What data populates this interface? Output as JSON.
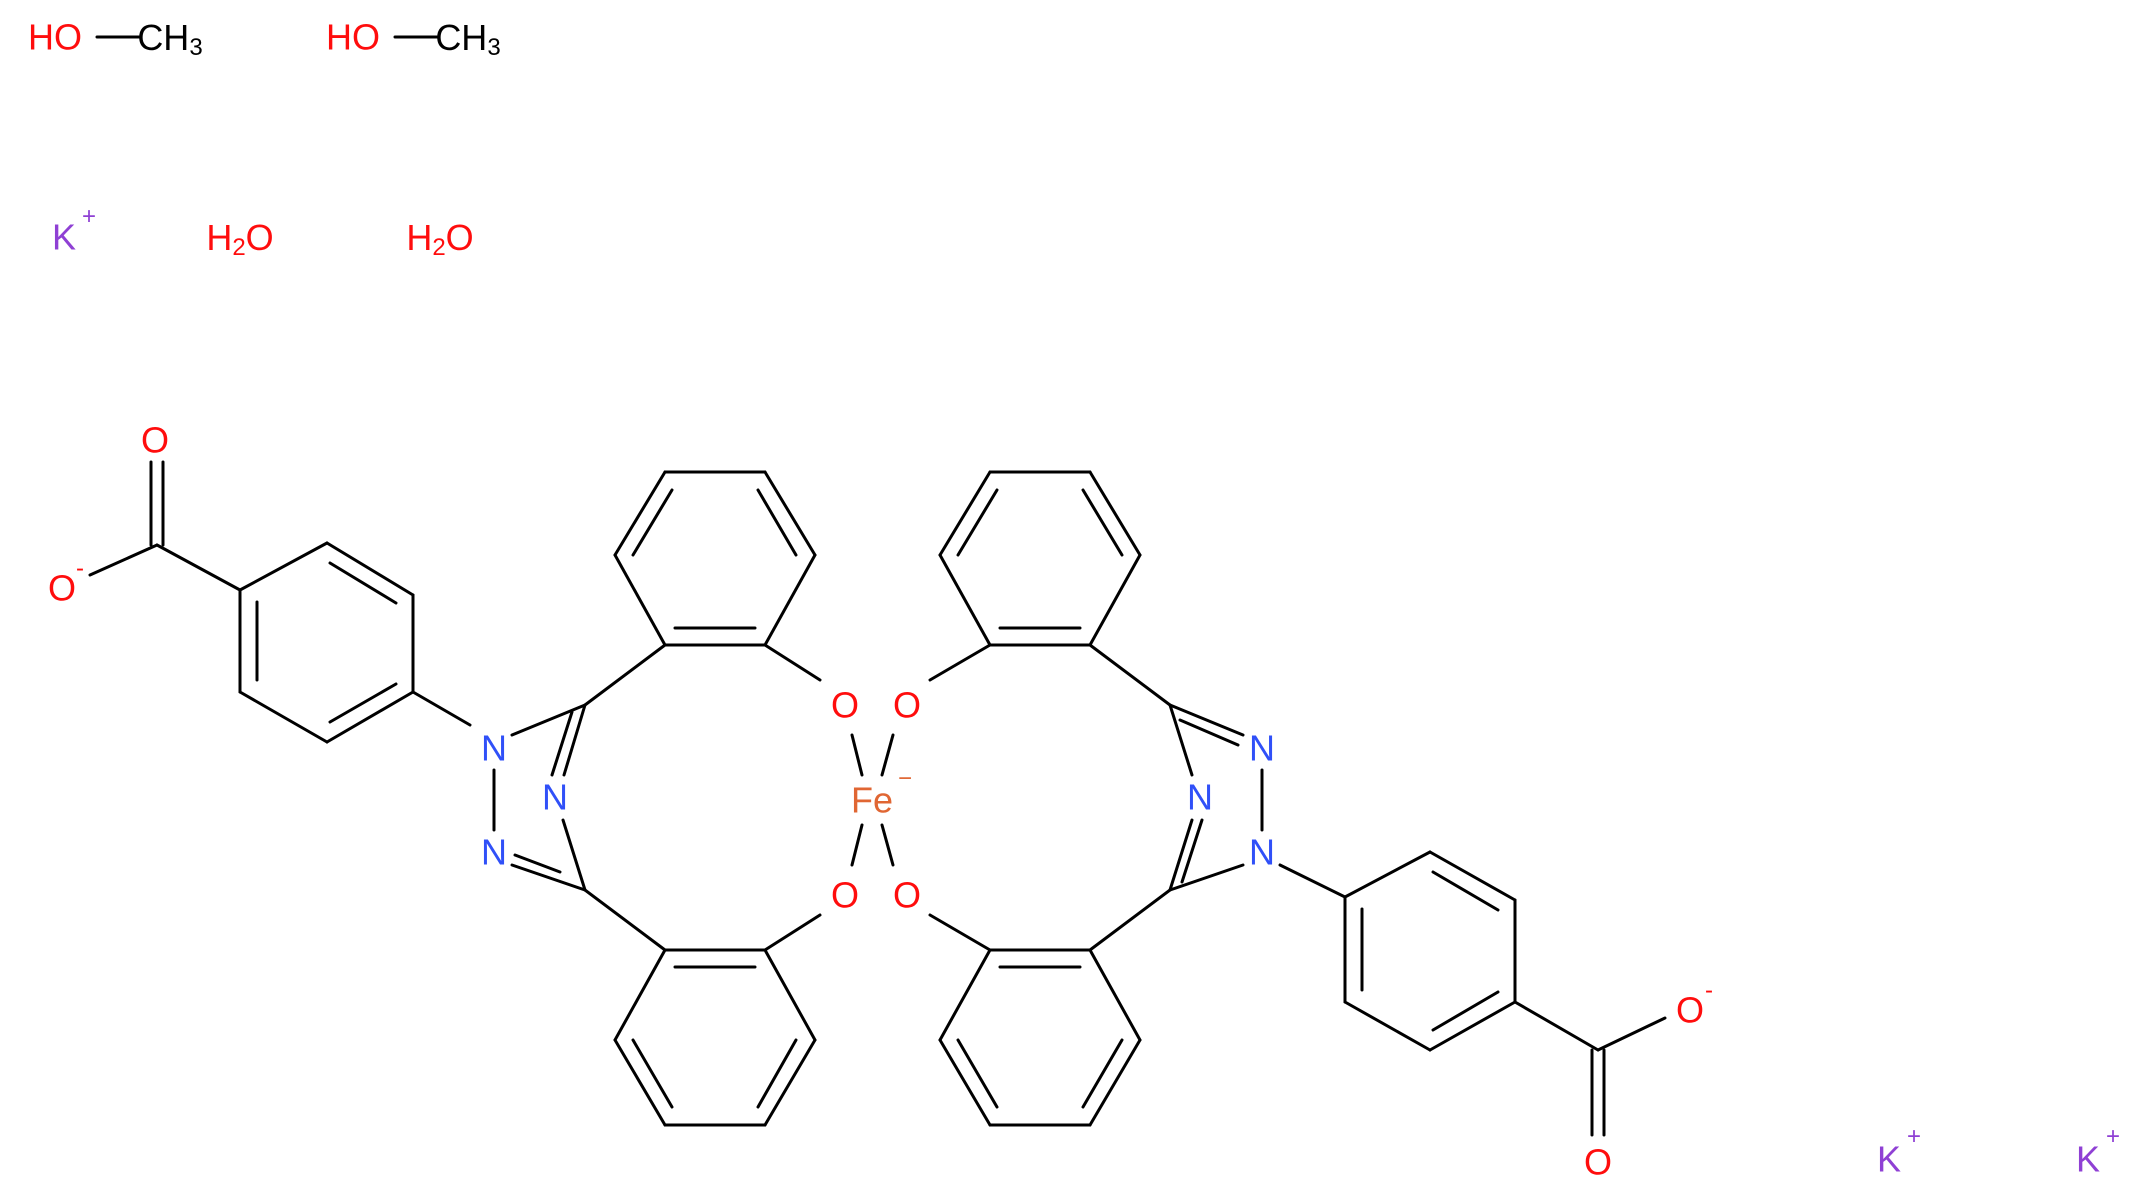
{
  "molecule": {
    "methanol_1": {
      "ho": "HO",
      "ch": "CH",
      "sub": "3"
    },
    "methanol_2": {
      "ho": "HO",
      "ch": "CH",
      "sub": "3"
    },
    "water_1": {
      "h": "H",
      "sub": "2",
      "o": "O"
    },
    "water_2": {
      "h": "H",
      "sub": "2",
      "o": "O"
    },
    "potassium_1": {
      "symbol": "K",
      "charge": "+"
    },
    "potassium_2": {
      "symbol": "K",
      "charge": "+"
    },
    "potassium_3": {
      "symbol": "K",
      "charge": "+"
    },
    "iron": {
      "symbol": "Fe",
      "charge": "−"
    },
    "carboxylate_left": {
      "o_double": "O",
      "o_minus": "O",
      "charge": "-"
    },
    "carboxylate_right": {
      "o_double": "O",
      "o_minus": "O",
      "charge": "-"
    },
    "phenoxide_oxygens": [
      "O",
      "O",
      "O",
      "O"
    ],
    "triazole_left": {
      "n1": "N",
      "n2": "N",
      "n3": "N"
    },
    "triazole_right": {
      "n1": "N",
      "n2": "N",
      "n3": "N"
    },
    "colors": {
      "oxygen": "#ff0d0d",
      "nitrogen": "#3050f8",
      "potassium": "#8f40d4",
      "iron": "#e06633",
      "bond": "#000000"
    }
  }
}
